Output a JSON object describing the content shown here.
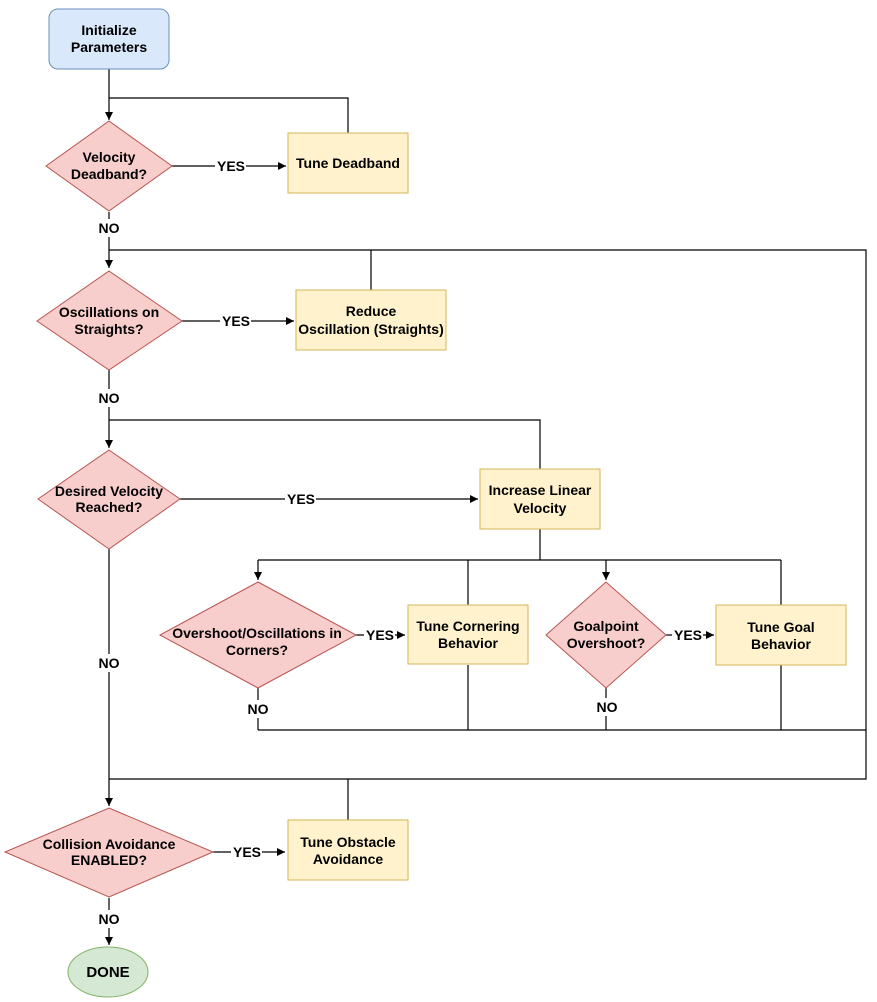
{
  "nodes": {
    "init": {
      "line1": "Initialize",
      "line2": "Parameters"
    },
    "velocity_deadband": {
      "line1": "Velocity",
      "line2": "Deadband?"
    },
    "tune_deadband": {
      "line1": "Tune Deadband"
    },
    "oscillations_straights": {
      "line1": "Oscillations on",
      "line2": "Straights?"
    },
    "reduce_oscillation": {
      "line1": "Reduce",
      "line2": "Oscillation (Straights)"
    },
    "desired_velocity": {
      "line1": "Desired Velocity",
      "line2": "Reached?"
    },
    "increase_velocity": {
      "line1": "Increase Linear",
      "line2": "Velocity"
    },
    "overshoot_corners": {
      "line1": "Overshoot/Oscillations in",
      "line2": "Corners?"
    },
    "tune_cornering": {
      "line1": "Tune Cornering",
      "line2": "Behavior"
    },
    "goalpoint_overshoot": {
      "line1": "Goalpoint",
      "line2": "Overshoot?"
    },
    "tune_goal": {
      "line1": "Tune Goal",
      "line2": "Behavior"
    },
    "collision_avoidance": {
      "line1": "Collision Avoidance",
      "line2": "ENABLED?"
    },
    "tune_obstacle": {
      "line1": "Tune Obstacle",
      "line2": "Avoidance"
    },
    "done": {
      "line1": "DONE"
    }
  },
  "edge_labels": {
    "yes": "YES",
    "no": "NO"
  },
  "colors": {
    "start_fill": "#dae8fc",
    "start_stroke": "#6c8ebf",
    "decision_fill": "#f8cecc",
    "decision_stroke": "#b85450",
    "process_fill": "#fff2cc",
    "process_stroke": "#d6b656",
    "end_fill": "#d5e8d4",
    "end_stroke": "#82b366"
  }
}
